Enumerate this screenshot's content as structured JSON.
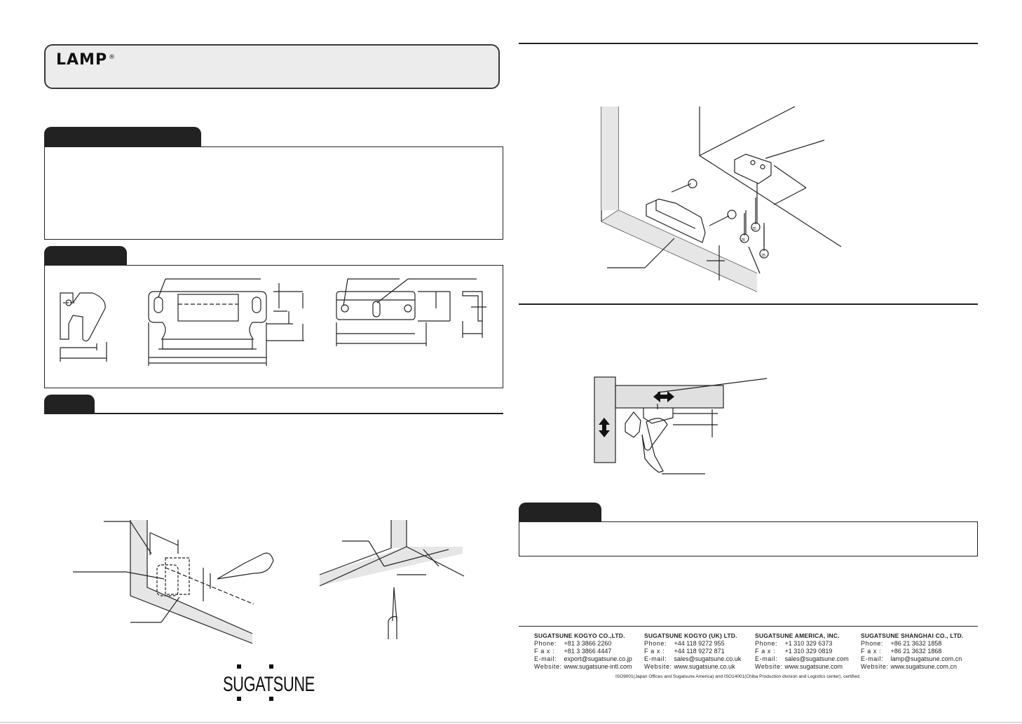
{
  "brand": {
    "logo_text": "LAMP",
    "registered_mark": "®"
  },
  "footer": {
    "companies": [
      {
        "name": "SUGATSUNE KOGYO CO.,LTD.",
        "phone_label": "Phone:",
        "phone": "+81 3 3866 2260",
        "fax_label": "F a x :",
        "fax": "+81 3 3866 4447",
        "email_label": "E-mail:",
        "email": "export@sugatsune.co.jp",
        "website_label": "Website:",
        "website": "www.sugatsune-intl.com"
      },
      {
        "name": "SUGATSUNE KOGYO (UK) LTD.",
        "phone_label": "Phone:",
        "phone": "+44 118 9272 955",
        "fax_label": "F a x :",
        "fax": "+44 118 9272 871",
        "email_label": "E-mail:",
        "email": "sales@sugatsune.co.uk",
        "website_label": "Website:",
        "website": "www.sugatsune.co.uk"
      },
      {
        "name": "SUGATSUNE AMERICA, INC.",
        "phone_label": "Phone:",
        "phone": "+1 310 329 6373",
        "fax_label": "F a x :",
        "fax": "+1 310 329 0819",
        "email_label": "E-mail:",
        "email": "sales@sugatsune.com",
        "website_label": "Website:",
        "website": "www.sugatsune.com"
      },
      {
        "name": "SUGATSUNE SHANGHAI CO., LTD.",
        "phone_label": "Phone:",
        "phone": "+86 21 3632 1858",
        "fax_label": "F a x :",
        "fax": "+86 21 3632 1868",
        "email_label": "E-mail:",
        "email": "lamp@sugatsune.com.cn",
        "website_label": "Website:",
        "website": "www.sugatsune.com.cn"
      }
    ],
    "iso_note": "ISO9001(Japan Offices and Sugatsune America) and ISO14001(Chiba Production division and Logistics center), certified."
  },
  "sugatsune_logo": {
    "text": "SUGATSUNE"
  },
  "diagram_labels": {
    "screw_1": "25",
    "screw_2": "25",
    "screw_3": "25"
  }
}
